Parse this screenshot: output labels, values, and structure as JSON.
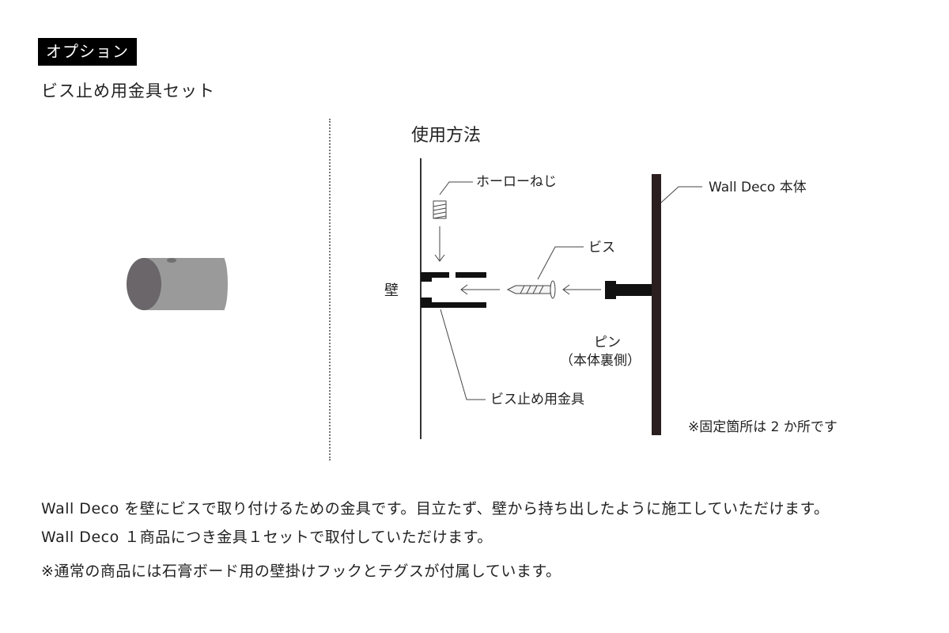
{
  "header": {
    "badge": "オプション",
    "subtitle": "ビス止め用金具セット"
  },
  "diagram": {
    "title": "使用方法",
    "labels": {
      "hollow_screw": "ホーローねじ",
      "wall_deco_body": "Wall Deco 本体",
      "screw": "ビス",
      "wall": "壁",
      "pin": "ピン",
      "pin_sub": "（本体裏側）",
      "bracket": "ビス止め用金具",
      "note": "※固定箇所は 2 か所です"
    },
    "icons": [
      "hollow-screw-icon",
      "screw-icon",
      "pin-icon",
      "bracket-icon"
    ]
  },
  "description": {
    "line1": "Wall Deco を壁にビスで取り付けるための金具です。目立たず、壁から持ち出したように施工していただけます。",
    "line2": "Wall Deco １商品につき金具１セットで取付していただけます。",
    "line3": "※通常の商品には石膏ボード用の壁掛けフックとテグスが付属しています。"
  },
  "colors": {
    "badge_bg": "#000000",
    "badge_text": "#ffffff",
    "product_body": "#9a9a9a",
    "product_face": "#6b6669",
    "body_panel": "#2b1e1e"
  }
}
